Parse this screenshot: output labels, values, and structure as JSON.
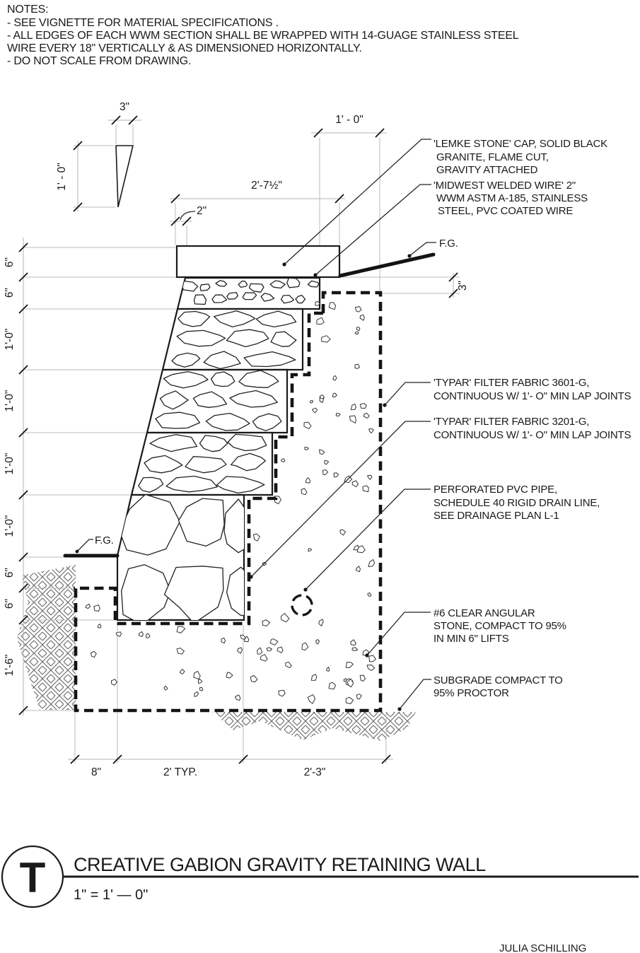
{
  "notes": {
    "heading": "NOTES:",
    "lines": [
      "- SEE VIGNETTE FOR MATERIAL SPECIFICATIONS .",
      "- ALL EDGES OF EACH WWM SECTION SHALL BE WRAPPED WITH 14-GUAGE STAINLESS STEEL",
      "  WIRE EVERY 18\" VERTICALLY & AS DIMENSIONED HORIZONTALLY.",
      "- DO NOT SCALE FROM DRAWING."
    ]
  },
  "callouts": {
    "cap": {
      "lines": [
        "'LEMKE STONE' CAP, SOLID BLACK",
        "GRANITE, FLAME CUT,",
        "GRAVITY ATTACHED"
      ]
    },
    "wwm": {
      "lines": [
        "'MIDWEST WELDED WIRE' 2\"",
        "WWM  ASTM A-185, STAINLESS",
        "STEEL, PVC  COATED WIRE"
      ]
    },
    "fg_right": "F.G.",
    "fg_left": "F.G.",
    "fabric3601": {
      "lines": [
        "'TYPAR' FILTER FABRIC 3601-G,",
        "CONTINUOUS W/ 1'- O\" MIN LAP JOINTS"
      ]
    },
    "fabric3201": {
      "lines": [
        "'TYPAR' FILTER FABRIC 3201-G,",
        "CONTINUOUS W/ 1'- O\" MIN LAP JOINTS"
      ]
    },
    "pipe": {
      "lines": [
        "PERFORATED PVC PIPE,",
        "SCHEDULE 40 RIGID DRAIN LINE,",
        "SEE DRAINAGE PLAN L-1"
      ]
    },
    "stone6": {
      "lines": [
        "#6 CLEAR ANGULAR",
        "STONE, COMPACT TO 95%",
        "IN MIN 6\" LIFTS"
      ]
    },
    "subgrade": {
      "lines": [
        "SUBGRADE COMPACT TO",
        "95% PROCTOR"
      ]
    }
  },
  "dimensions": {
    "left": [
      "6\"",
      "6\"",
      "1'-0\"",
      "1'-0\"",
      "1'-0\"",
      "1'-0\"",
      "6\"",
      "6\"",
      "1'-6\""
    ],
    "bottom": [
      "8\"",
      "2' TYP.",
      "2'-3\""
    ],
    "batter_width": "3\"",
    "batter_height": "1' - 0\"",
    "cap_width": "2'-7½\"",
    "cap_overhang": "2\"",
    "top_right": "1' - 0\"",
    "fg_drop": "3\""
  },
  "titleblock": {
    "detail_letter": "T",
    "title": "CREATIVE GABION GRAVITY RETAINING WALL",
    "scale": "1\" = 1' — 0\"",
    "author": "JULIA SCHILLING"
  },
  "colors": {
    "ink": "#1a1a1a",
    "extension_gray": "#bbbbbb"
  }
}
